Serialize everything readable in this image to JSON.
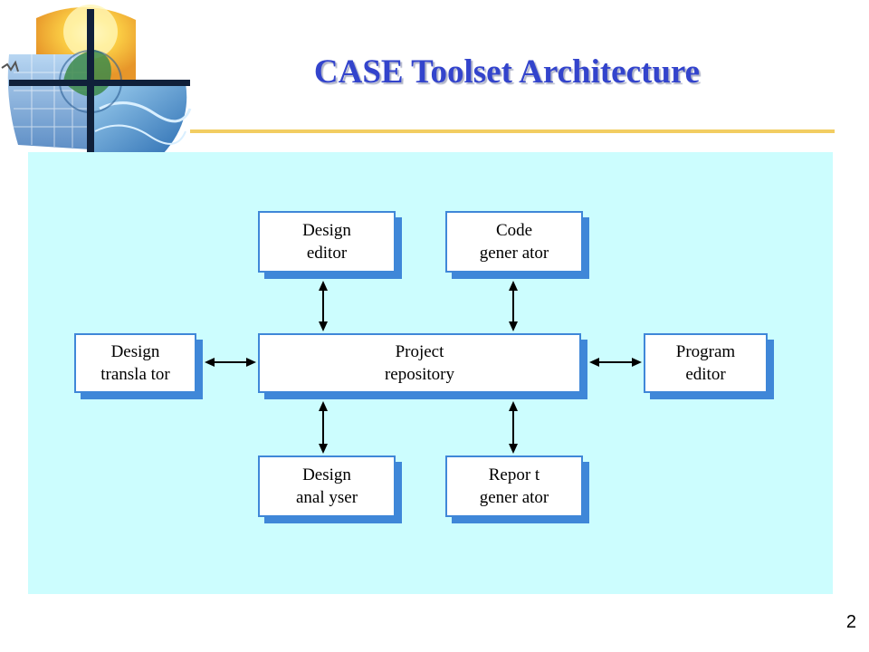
{
  "slide": {
    "title": "CASE Toolset Architecture",
    "number": "2"
  },
  "diagram": {
    "nodes": [
      {
        "id": "design-editor",
        "label": "Design\neditor"
      },
      {
        "id": "code-generator",
        "label": "Code\ngener ator"
      },
      {
        "id": "design-translator",
        "label": "Design\ntransla tor"
      },
      {
        "id": "project-repository",
        "label": "Project\nrepository"
      },
      {
        "id": "program-editor",
        "label": "Program\neditor"
      },
      {
        "id": "design-analyser",
        "label": "Design\nanal yser"
      },
      {
        "id": "report-generator",
        "label": "Repor t\ngener ator"
      }
    ],
    "edges": [
      {
        "from": "design-editor",
        "to": "project-repository",
        "direction": "both"
      },
      {
        "from": "code-generator",
        "to": "project-repository",
        "direction": "both"
      },
      {
        "from": "design-translator",
        "to": "project-repository",
        "direction": "both"
      },
      {
        "from": "program-editor",
        "to": "project-repository",
        "direction": "both"
      },
      {
        "from": "design-analyser",
        "to": "project-repository",
        "direction": "both"
      },
      {
        "from": "report-generator",
        "to": "project-repository",
        "direction": "both"
      }
    ]
  },
  "colors": {
    "panel": "#ccfdfe",
    "box_border": "#3f87d8",
    "title": "#3344cc",
    "rule": "#f2cd62"
  }
}
